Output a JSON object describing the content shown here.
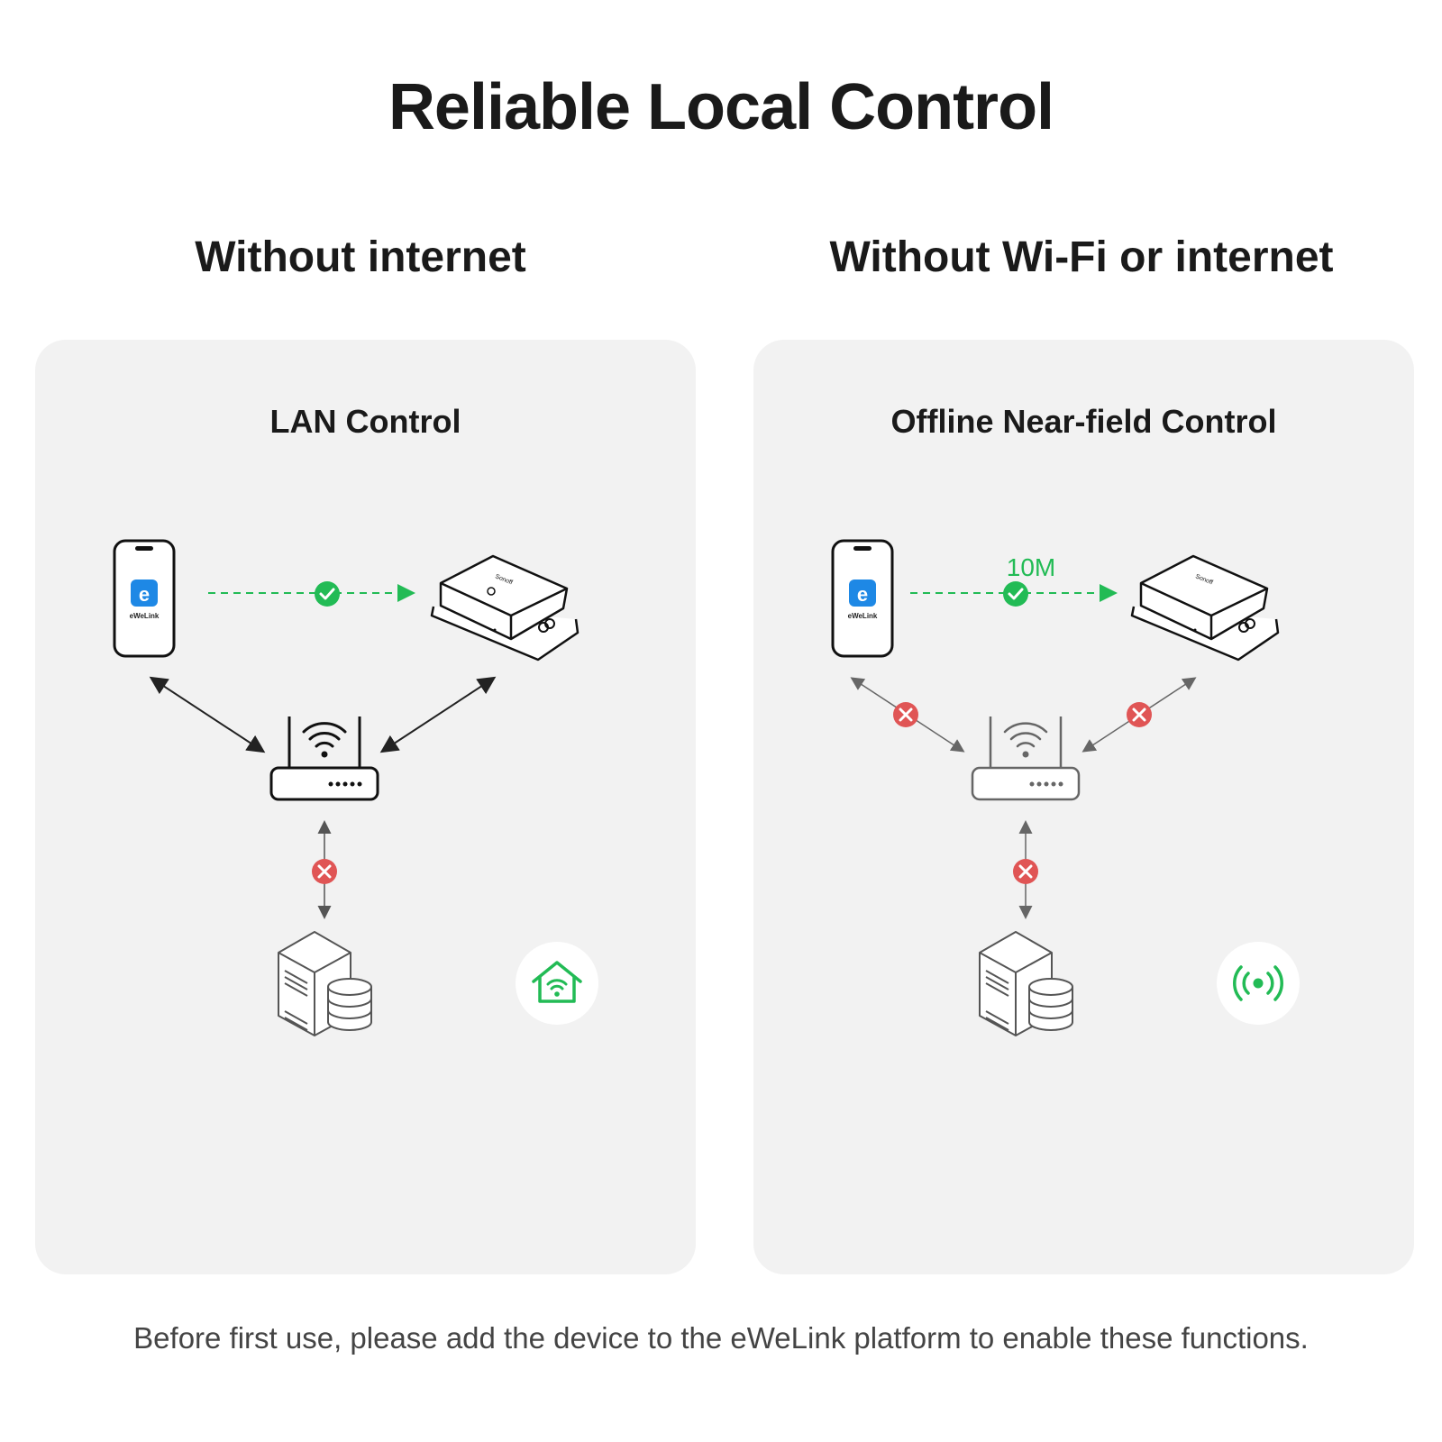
{
  "title": "Reliable Local Control",
  "columns": {
    "left": {
      "heading": "Without internet",
      "panel_title": "LAN Control"
    },
    "right": {
      "heading": "Without Wi-Fi or internet",
      "panel_title": "Offline Near-field Control",
      "distance_label": "10M"
    }
  },
  "app_name": "eWeLink",
  "app_icon_letter": "e",
  "footnote": "Before first use, please add the device to the eWeLink platform to enable these functions.",
  "icons": [
    "smartphone-icon",
    "ewelink-app-icon",
    "smart-switch-device-icon",
    "wifi-router-icon",
    "cloud-server-icon",
    "smart-home-icon",
    "near-field-signal-icon",
    "check-icon",
    "cross-icon"
  ],
  "colors": {
    "success": "#22bb55",
    "failure": "#e05555",
    "app_blue": "#1e88e5",
    "panel_bg": "#f2f2f2"
  }
}
